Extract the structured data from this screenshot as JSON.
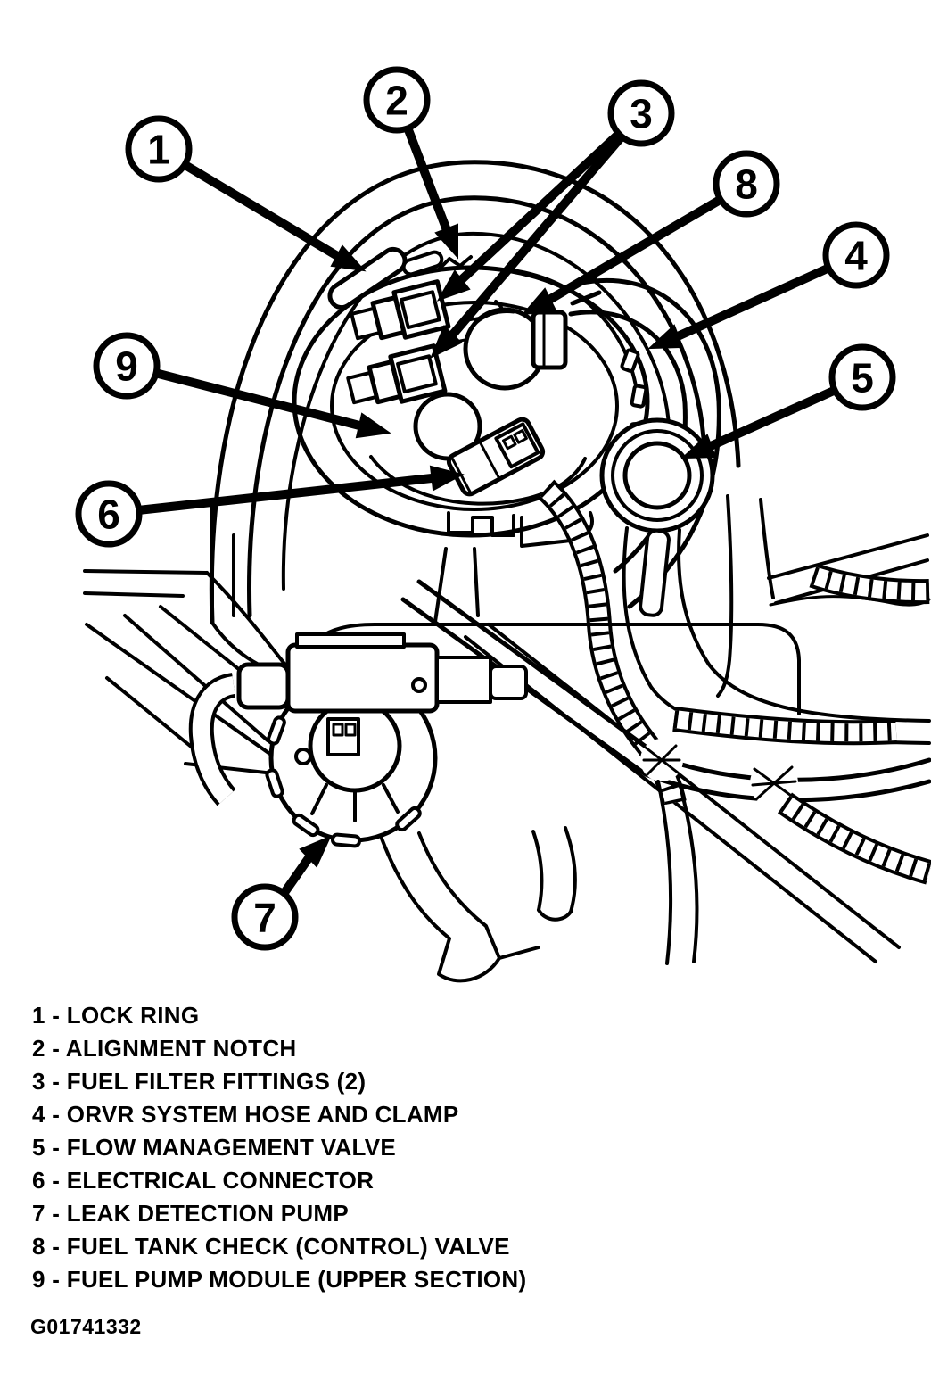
{
  "colors": {
    "ink": "#000000",
    "paper": "#ffffff"
  },
  "callouts": [
    {
      "label": "1"
    },
    {
      "label": "2"
    },
    {
      "label": "3"
    },
    {
      "label": "4"
    },
    {
      "label": "5"
    },
    {
      "label": "6"
    },
    {
      "label": "7"
    },
    {
      "label": "8"
    },
    {
      "label": "9"
    }
  ],
  "legend": {
    "items": [
      {
        "text": "1 - LOCK RING"
      },
      {
        "text": "2 - ALIGNMENT NOTCH"
      },
      {
        "text": "3 - FUEL FILTER FITTINGS (2)"
      },
      {
        "text": "4 - ORVR SYSTEM HOSE AND CLAMP"
      },
      {
        "text": "5 - FLOW MANAGEMENT VALVE"
      },
      {
        "text": "6 - ELECTRICAL CONNECTOR"
      },
      {
        "text": "7 - LEAK DETECTION PUMP"
      },
      {
        "text": "8 - FUEL TANK CHECK (CONTROL) VALVE"
      },
      {
        "text": "9 - FUEL PUMP MODULE (UPPER SECTION)"
      }
    ]
  },
  "figure_code": "G01741332"
}
